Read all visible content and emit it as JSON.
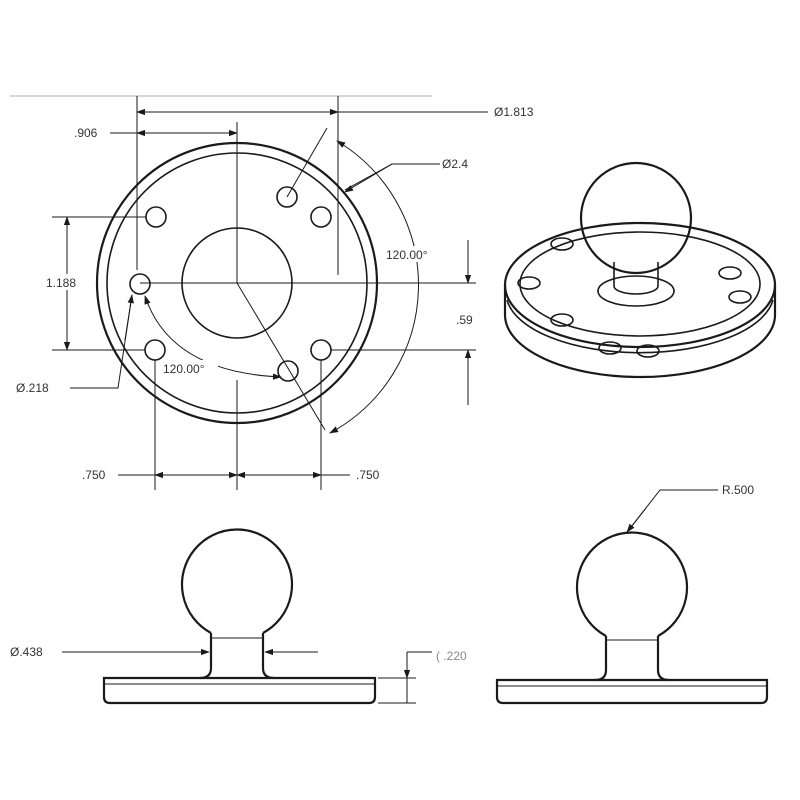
{
  "dimensions": {
    "d_1813": "Ø1.813",
    "d_906": ".906",
    "d_24": "Ø2.4",
    "d_1188": "1.188",
    "d_120_right": "120.00°",
    "d_59": ".59",
    "d_218": "Ø.218",
    "d_120_bottom": "120.00°",
    "d_750_left": ".750",
    "d_750_right": ".750",
    "d_438": "Ø.438",
    "d_220": "( .220",
    "d_r500": "R.500"
  },
  "colors": {
    "line": "#1a1a1a",
    "text": "#333333",
    "faint": "#b0b0b0"
  }
}
